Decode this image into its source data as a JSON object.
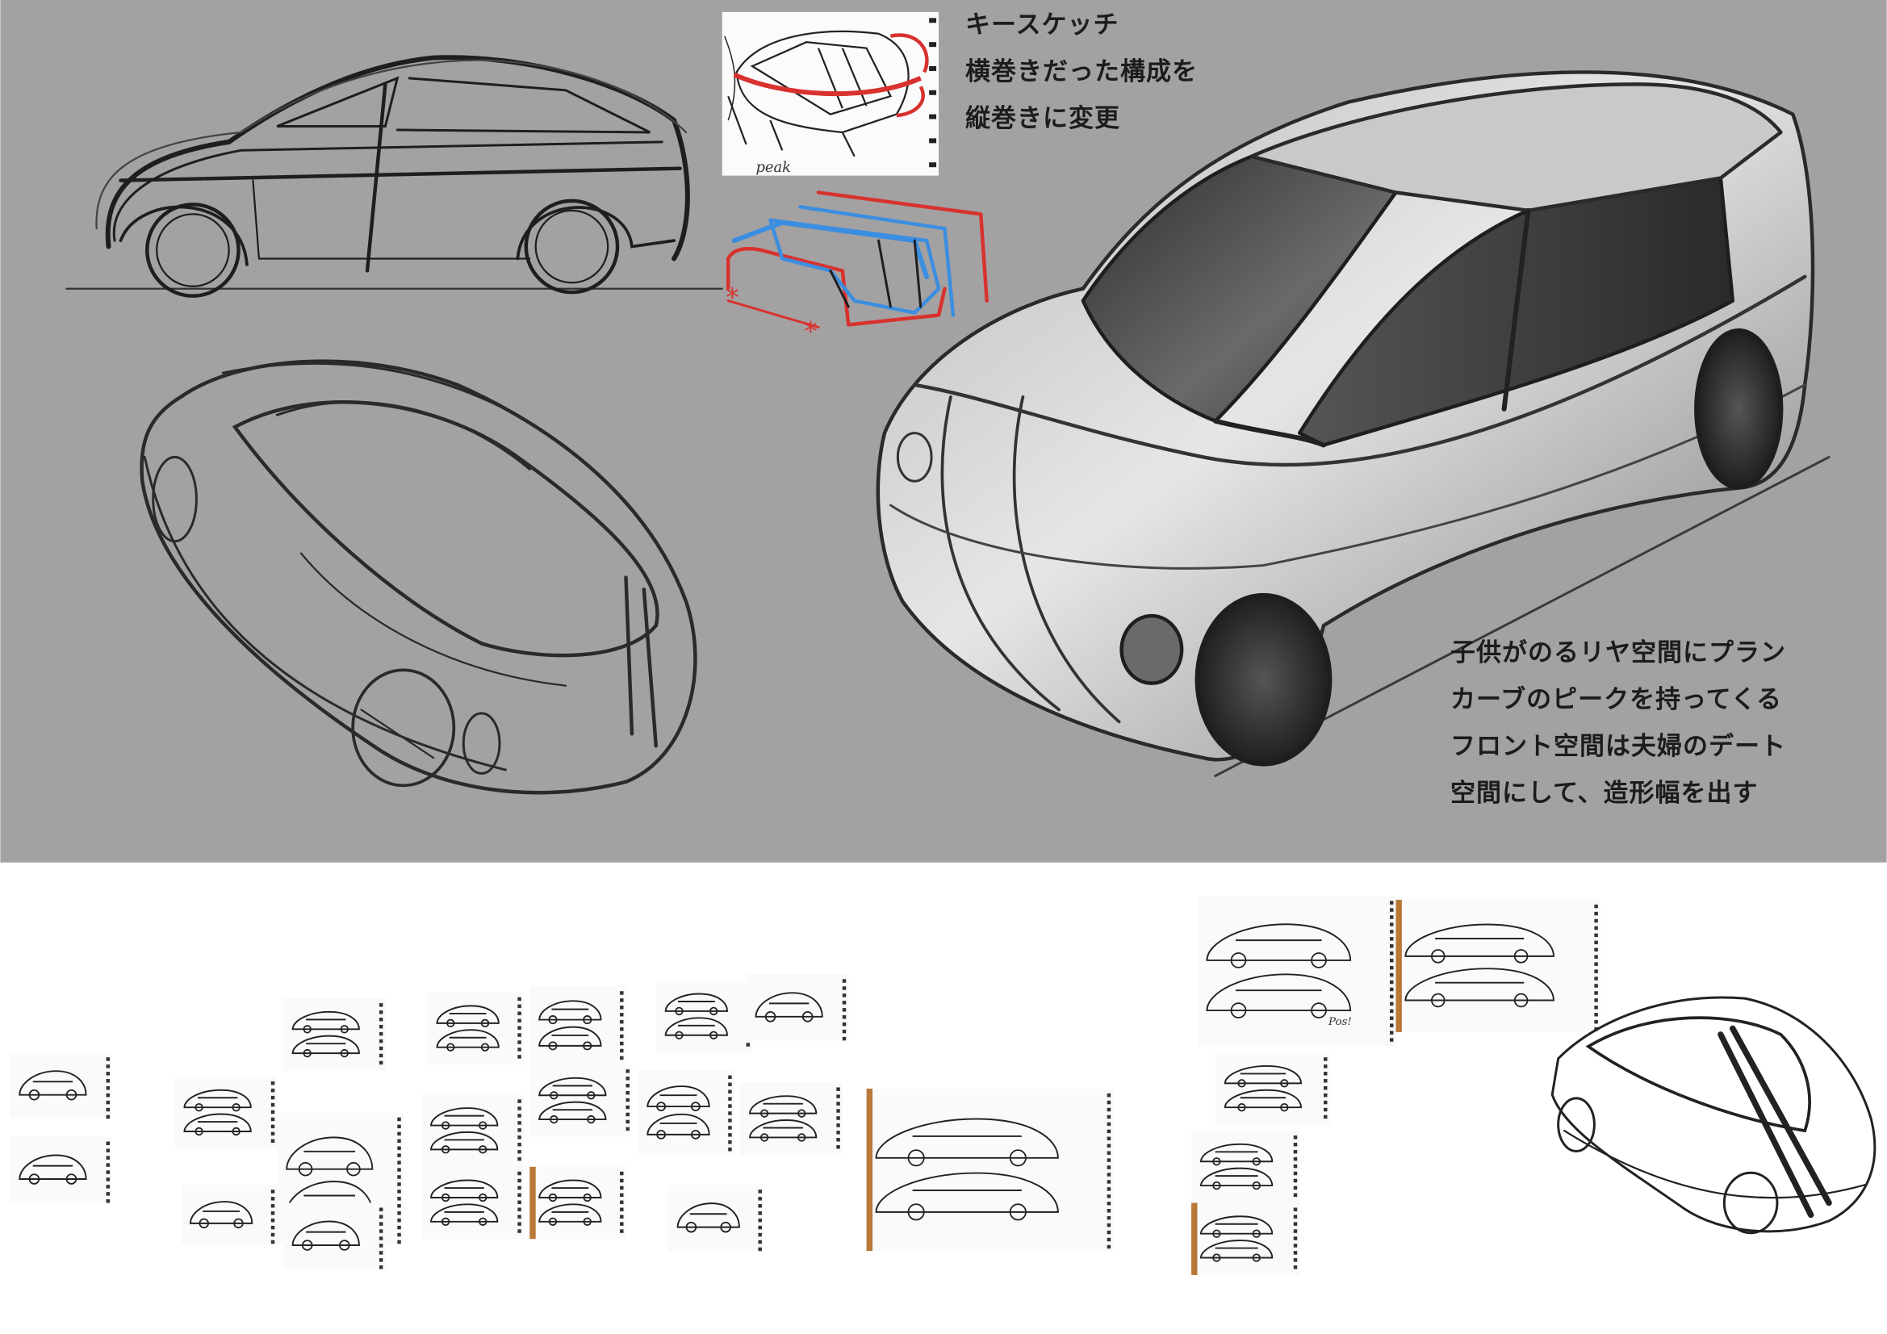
{
  "board": {
    "background_color": "#a4a1a2",
    "lower_background_color": "#ffffff"
  },
  "notes": {
    "key_sketch": {
      "title": "キースケッチ",
      "lines": [
        "横巻きだった構成を",
        "縦巻きに変更"
      ]
    },
    "concept": {
      "lines": [
        "子供がのるリヤ空間にプラン",
        "カーブのピークを持ってくる",
        "フロント空間は夫婦のデート",
        "空間にして、造形幅を出す"
      ]
    }
  },
  "handwriting": {
    "key_sketch_label": "peak",
    "thumbnail_label": "Pos!"
  },
  "diagram_colors": {
    "red": "#d8322f",
    "blue": "#3b8ee0"
  }
}
